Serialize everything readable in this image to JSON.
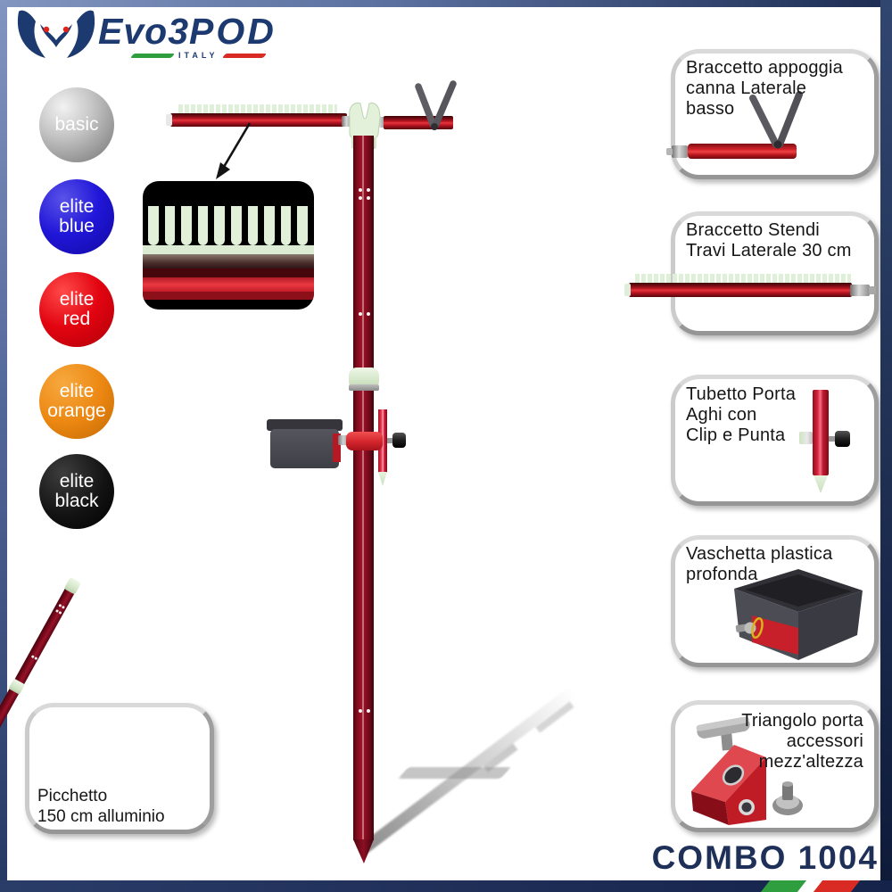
{
  "logo": {
    "evo": "Evo",
    "three": "3",
    "pod": "POD",
    "country": "ITALY"
  },
  "variants": [
    {
      "id": "basic",
      "lines": [
        "basic"
      ],
      "color": "#a8a8a8"
    },
    {
      "id": "elite-blue",
      "lines": [
        "elite",
        "blue"
      ],
      "color": "#2016d8"
    },
    {
      "id": "elite-red",
      "lines": [
        "elite",
        "red"
      ],
      "color": "#e20410"
    },
    {
      "id": "elite-orange",
      "lines": [
        "elite",
        "orange"
      ],
      "color": "#ec8712"
    },
    {
      "id": "elite-black",
      "lines": [
        "elite",
        "black"
      ],
      "color": "#131313"
    }
  ],
  "picchetto": {
    "lines": [
      "Picchetto",
      "150 cm alluminio"
    ]
  },
  "accessories": [
    {
      "lines": [
        "Braccetto appoggia",
        "canna Laterale",
        "basso"
      ]
    },
    {
      "lines": [
        "Braccetto Stendi",
        "Travi Laterale 30 cm"
      ]
    },
    {
      "lines": [
        "Tubetto Porta",
        "Aghi con",
        "Clip e Punta"
      ]
    },
    {
      "lines": [
        "Vaschetta plastica",
        "profonda"
      ]
    },
    {
      "lines": [
        "Triangolo porta",
        "accessori",
        "mezz'altezza"
      ]
    }
  ],
  "combo": {
    "label": "COMBO 1004"
  },
  "colors": {
    "brand_navy": "#1d3a70",
    "flag_green": "#2f9e3f",
    "flag_red": "#d92b23",
    "pole_red": "#8c0f22",
    "bright_red": "#d5252b",
    "mint_green": "#dcecd4",
    "rest_gray": "#5d5d63",
    "tray_gray": "#46464e",
    "frame_navy": "#1c2c52"
  }
}
